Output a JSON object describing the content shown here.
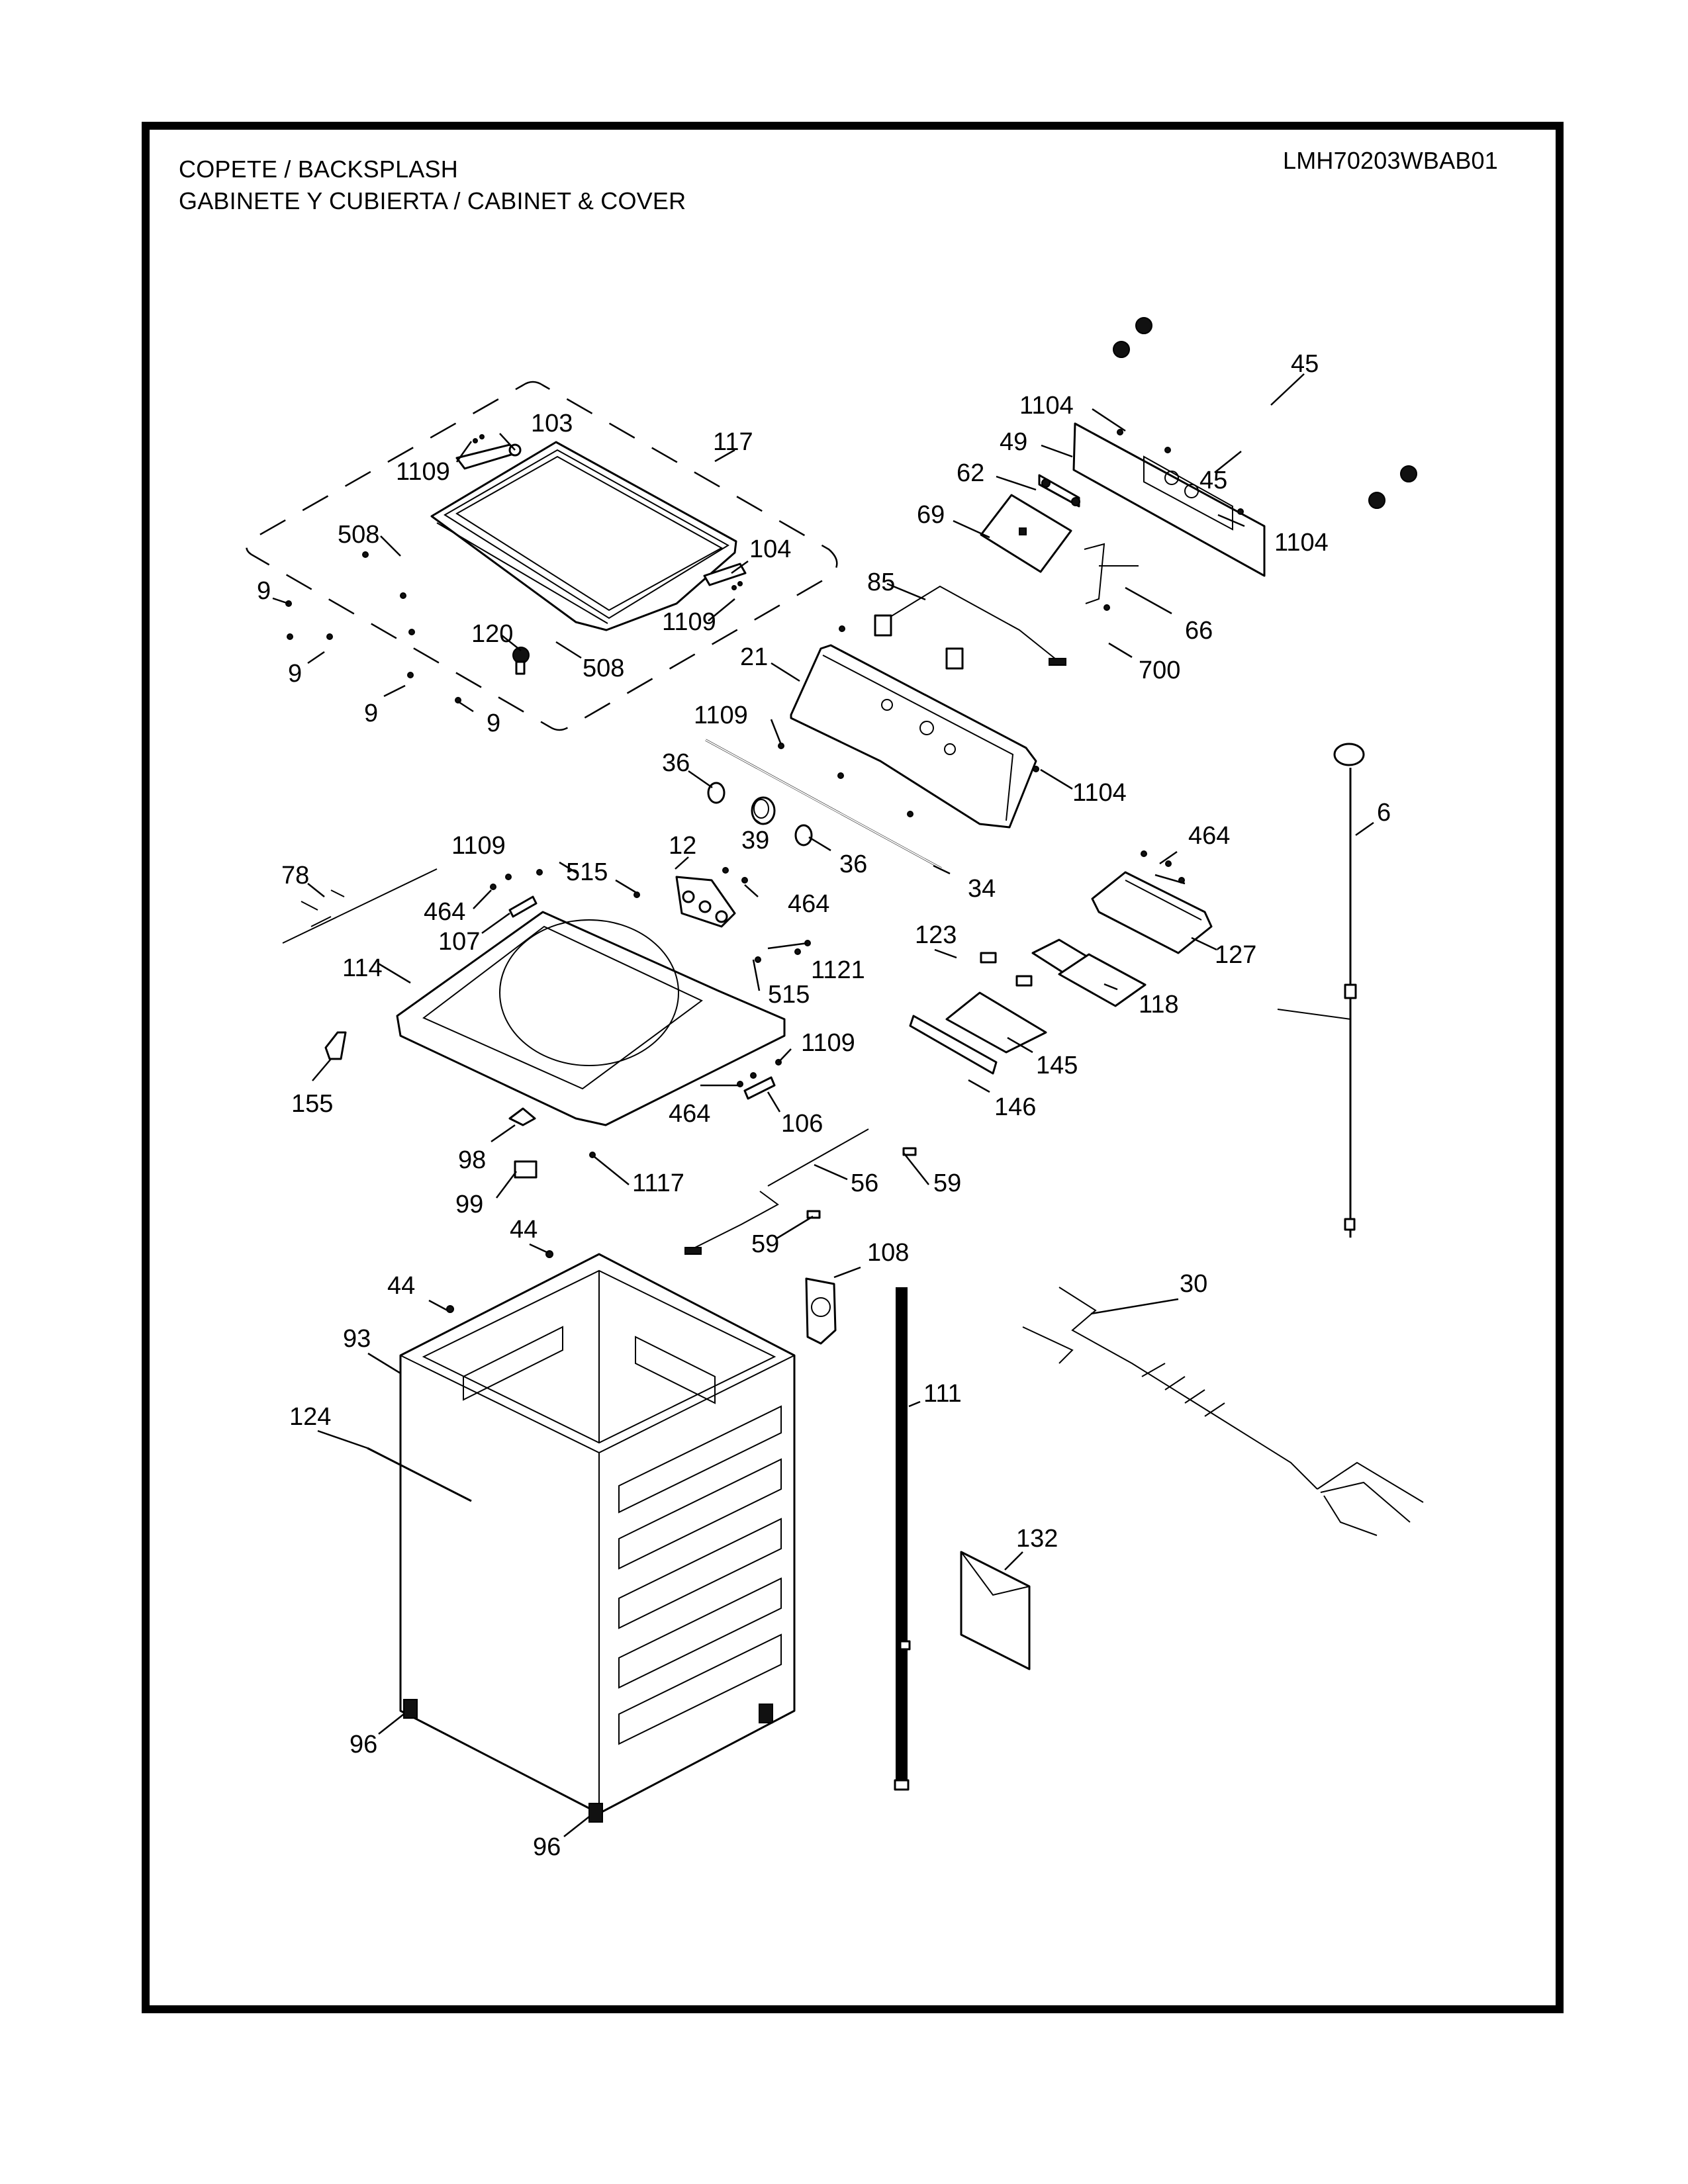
{
  "header": {
    "title_line1": "COPETE / BACKSPLASH",
    "title_line2": "GABINETE Y CUBIERTA / CABINET & COVER",
    "model_number": "LMH70203WBAB01"
  },
  "callouts": [
    {
      "id": "c45a",
      "label": "45"
    },
    {
      "id": "c1104a",
      "label": "1104"
    },
    {
      "id": "c49",
      "label": "49"
    },
    {
      "id": "c45b",
      "label": "45"
    },
    {
      "id": "c62",
      "label": "62"
    },
    {
      "id": "c1104b",
      "label": "1104"
    },
    {
      "id": "c69",
      "label": "69"
    },
    {
      "id": "c85",
      "label": "85"
    },
    {
      "id": "c66",
      "label": "66"
    },
    {
      "id": "c700",
      "label": "700"
    },
    {
      "id": "c21",
      "label": "21"
    },
    {
      "id": "c1109d",
      "label": "1109"
    },
    {
      "id": "c1104c",
      "label": "1104"
    },
    {
      "id": "c103",
      "label": "103"
    },
    {
      "id": "c117",
      "label": "117"
    },
    {
      "id": "c1109a",
      "label": "1109"
    },
    {
      "id": "c508a",
      "label": "508"
    },
    {
      "id": "c104",
      "label": "104"
    },
    {
      "id": "c1109b",
      "label": "1109"
    },
    {
      "id": "c9a",
      "label": "9"
    },
    {
      "id": "c120",
      "label": "120"
    },
    {
      "id": "c508b",
      "label": "508"
    },
    {
      "id": "c9b",
      "label": "9"
    },
    {
      "id": "c9c",
      "label": "9"
    },
    {
      "id": "c9d",
      "label": "9"
    },
    {
      "id": "c36a",
      "label": "36"
    },
    {
      "id": "c39",
      "label": "39"
    },
    {
      "id": "c36b",
      "label": "36"
    },
    {
      "id": "c34",
      "label": "34"
    },
    {
      "id": "c6",
      "label": "6"
    },
    {
      "id": "c464c",
      "label": "464"
    },
    {
      "id": "c127",
      "label": "127"
    },
    {
      "id": "c123",
      "label": "123"
    },
    {
      "id": "c118",
      "label": "118"
    },
    {
      "id": "c145",
      "label": "145"
    },
    {
      "id": "c146",
      "label": "146"
    },
    {
      "id": "c78",
      "label": "78"
    },
    {
      "id": "c1109c",
      "label": "1109"
    },
    {
      "id": "c515a",
      "label": "515"
    },
    {
      "id": "c12",
      "label": "12"
    },
    {
      "id": "c464a",
      "label": "464"
    },
    {
      "id": "c464b",
      "label": "464"
    },
    {
      "id": "c107",
      "label": "107"
    },
    {
      "id": "c1121",
      "label": "1121"
    },
    {
      "id": "c114",
      "label": "114"
    },
    {
      "id": "c515b",
      "label": "515"
    },
    {
      "id": "c1109e",
      "label": "1109"
    },
    {
      "id": "c155",
      "label": "155"
    },
    {
      "id": "c464d",
      "label": "464"
    },
    {
      "id": "c106",
      "label": "106"
    },
    {
      "id": "c98",
      "label": "98"
    },
    {
      "id": "c1117",
      "label": "1117"
    },
    {
      "id": "c56",
      "label": "56"
    },
    {
      "id": "c59a",
      "label": "59"
    },
    {
      "id": "c99",
      "label": "99"
    },
    {
      "id": "c59b",
      "label": "59"
    },
    {
      "id": "c44a",
      "label": "44"
    },
    {
      "id": "c108",
      "label": "108"
    },
    {
      "id": "c44b",
      "label": "44"
    },
    {
      "id": "c30",
      "label": "30"
    },
    {
      "id": "c93",
      "label": "93"
    },
    {
      "id": "c111",
      "label": "111"
    },
    {
      "id": "c124",
      "label": "124"
    },
    {
      "id": "c132",
      "label": "132"
    },
    {
      "id": "c96a",
      "label": "96"
    },
    {
      "id": "c96b",
      "label": "96"
    }
  ]
}
